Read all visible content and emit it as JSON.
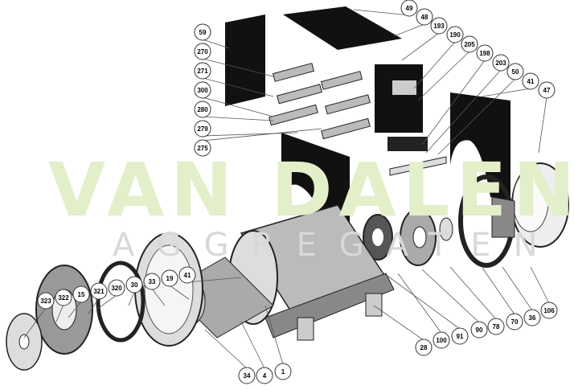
{
  "watermark": {
    "brand": "VAN DALEN",
    "sub": "AGGREGATEN",
    "color": "#e3efc8"
  },
  "colors": {
    "part_dark": "#111111",
    "part_mid": "#9a9a9a",
    "part_light": "#e8e8e8",
    "leader": "#555555"
  },
  "callouts": {
    "top_right": [
      "49",
      "48",
      "193",
      "190",
      "205",
      "198",
      "203",
      "50",
      "41",
      "47"
    ],
    "left_column": [
      "59",
      "270",
      "271",
      "300",
      "280",
      "279",
      "275"
    ],
    "left_row": [
      "41",
      "19",
      "33",
      "30",
      "320",
      "321",
      "15",
      "322",
      "323"
    ],
    "bottom": [
      "34",
      "4",
      "1",
      "28",
      "100",
      "91",
      "90",
      "78",
      "70",
      "36",
      "106"
    ]
  }
}
